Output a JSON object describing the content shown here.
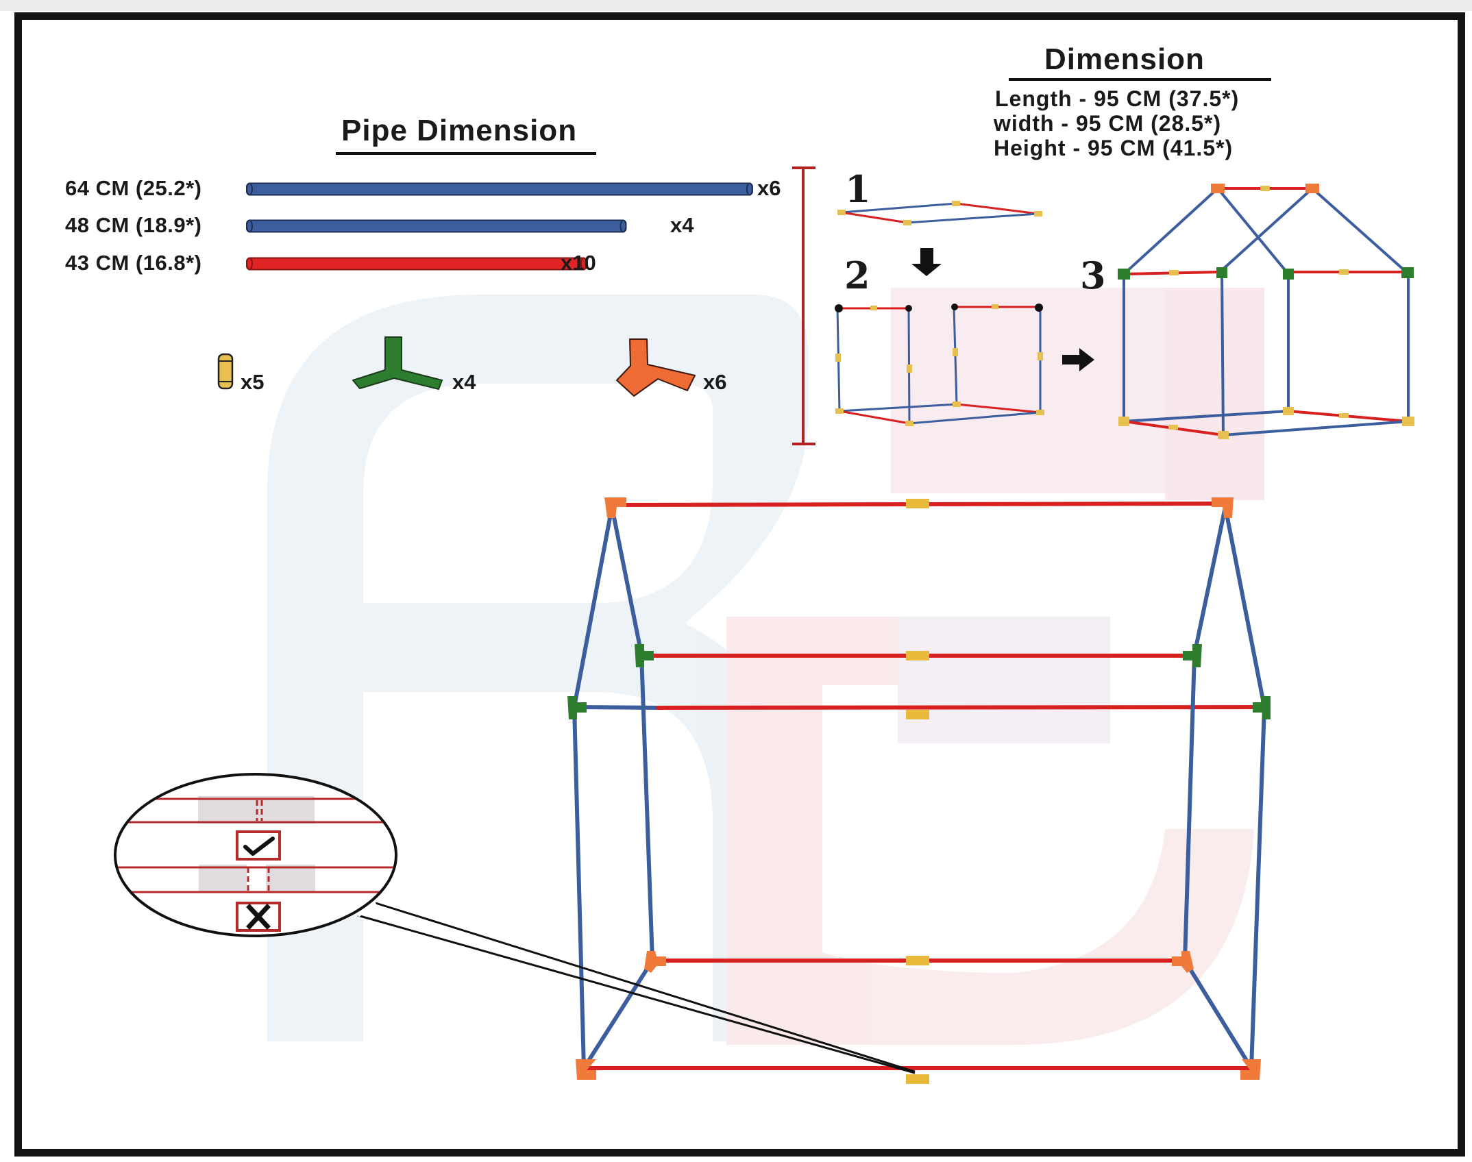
{
  "pipe_section": {
    "title": "Pipe Dimension",
    "pipes": [
      {
        "label": "64 CM (25.2*)",
        "count": "x6",
        "color": "#3d5e9e",
        "length_cm": 64
      },
      {
        "label": "48 CM (18.9*)",
        "count": "x4",
        "color": "#3d5e9e",
        "length_cm": 48
      },
      {
        "label": "43 CM (16.8*)",
        "count": "x10",
        "color": "#e02424",
        "length_cm": 43
      }
    ],
    "connectors": [
      {
        "name": "straight-connector",
        "count": "x5",
        "color": "#e8c050"
      },
      {
        "name": "three-way-connector-green",
        "count": "x4",
        "color": "#2e7d2e"
      },
      {
        "name": "three-way-connector-orange",
        "count": "x6",
        "color": "#ee6c34"
      }
    ]
  },
  "dimension_section": {
    "title": "Dimension",
    "lines": [
      "Length - 95 CM (37.5*)",
      "width - 95 CM (28.5*)",
      "Height - 95 CM (41.5*)"
    ]
  },
  "steps": [
    "1",
    "2",
    "3"
  ],
  "callout": {
    "correct_icon": "check-icon",
    "incorrect_icon": "x-icon"
  },
  "colors": {
    "blue_pipe": "#3d5e9e",
    "red_pipe": "#d92020",
    "yellow_joint": "#e8b93a",
    "green_joint": "#2e7d2e",
    "orange_joint": "#f07a3a",
    "bracket": "#b22222"
  }
}
